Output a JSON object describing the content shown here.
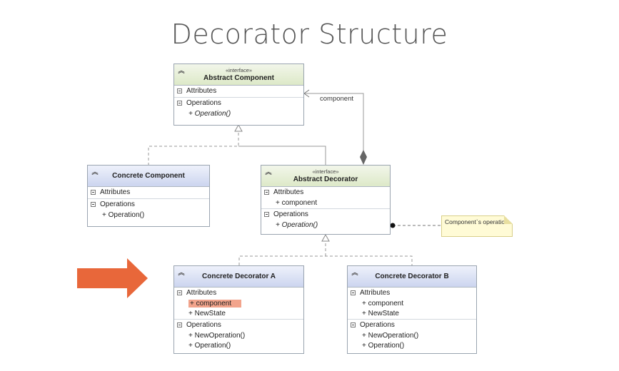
{
  "title": "Decorator Structure",
  "classes": {
    "abstract_component": {
      "stereotype": "«interface»",
      "name": "Abstract Component",
      "attributes_label": "Attributes",
      "operations_label": "Operations",
      "operations": [
        "+ Operation()"
      ]
    },
    "concrete_component": {
      "name": "Concrete Component",
      "attributes_label": "Attributes",
      "operations_label": "Operations",
      "operations": [
        "+ Operation()"
      ]
    },
    "abstract_decorator": {
      "stereotype": "«interface»",
      "name": "Abstract Decorator",
      "attributes_label": "Attributes",
      "attributes": [
        "+ component"
      ],
      "operations_label": "Operations",
      "operations": [
        "+ Operation()"
      ]
    },
    "concrete_decorator_a": {
      "name": "Concrete Decorator A",
      "attributes_label": "Attributes",
      "attributes": [
        "+ component",
        "+ NewState"
      ],
      "operations_label": "Operations",
      "operations": [
        "+ NewOperation()",
        "+ Operation()"
      ]
    },
    "concrete_decorator_b": {
      "name": "Concrete Decorator B",
      "attributes_label": "Attributes",
      "attributes": [
        "+ component",
        "+ NewState"
      ],
      "operations_label": "Operations",
      "operations": [
        "+ NewOperation()",
        "+ Operation()"
      ]
    }
  },
  "association_label": "component",
  "note": "Component`s operation",
  "colors": {
    "arrow": "#e8673a",
    "highlight": "#f2a48c",
    "interface_header": "#dde9c8",
    "class_header": "#ccd5ef",
    "note_bg": "#fffbd6"
  }
}
